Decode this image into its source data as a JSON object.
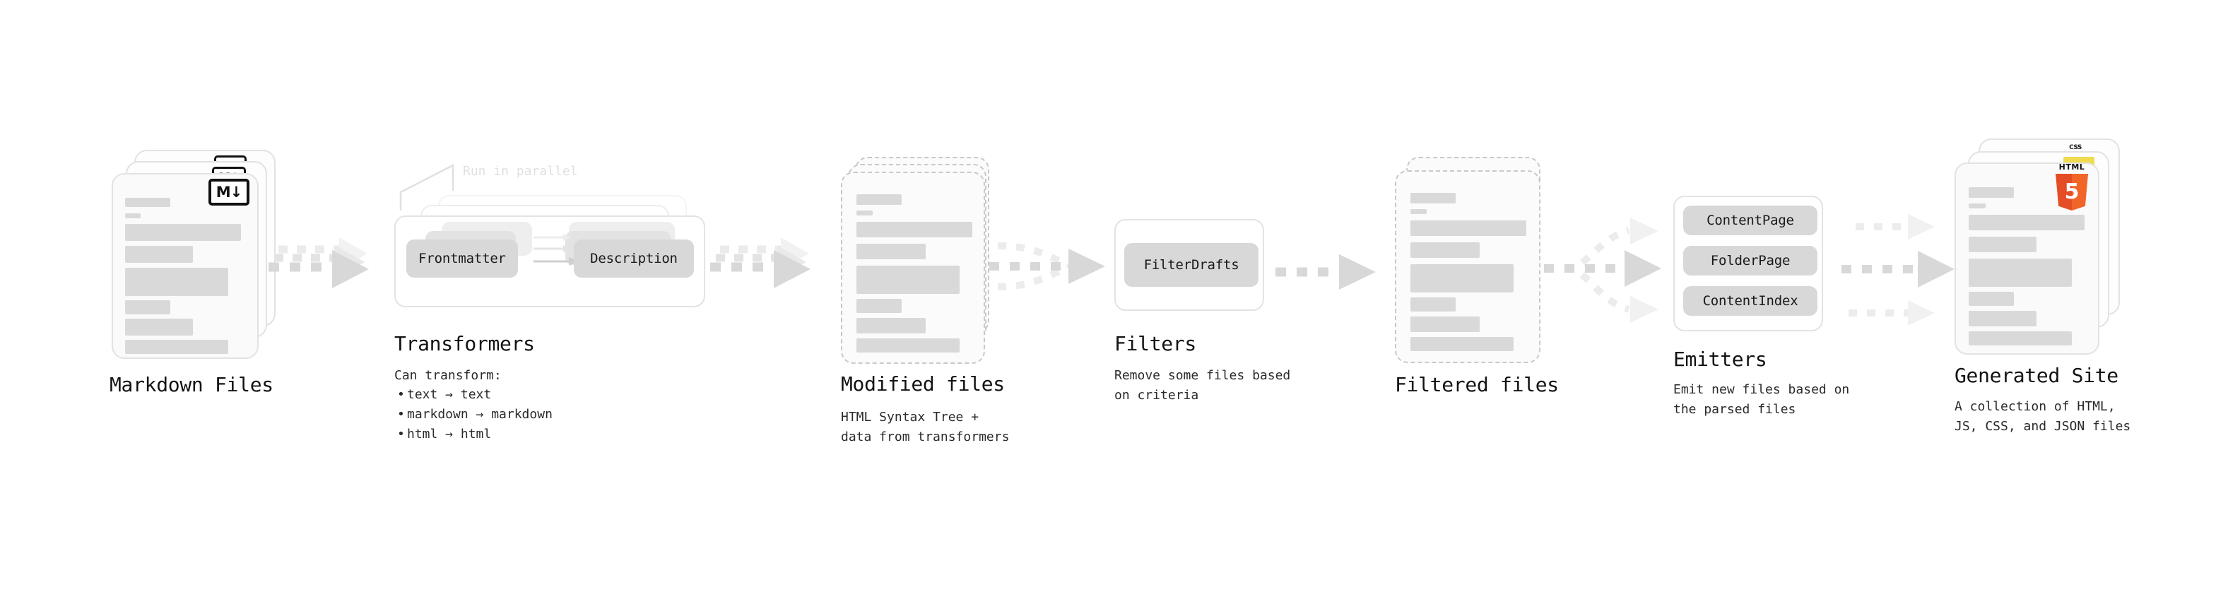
{
  "diagram": {
    "title": "Quartz content processing pipeline",
    "colors": {
      "accent_html": "#e44d26",
      "accent_css": "#264de4",
      "accent_js": "#f0db4f",
      "bar": "#d9d9d9",
      "pill": "#d8d8d8",
      "arrow": "#d8d8d8",
      "card_border": "#e2e2e2",
      "dashed_border": "#c9c9c9"
    },
    "stages": [
      {
        "id": "markdown-files",
        "label": "Markdown Files",
        "description": "",
        "badge": "markdown-badge",
        "badge_text": "M↓",
        "kind": "document-stack"
      },
      {
        "id": "transformers",
        "label": "Transformers",
        "description_intro": "Can transform:",
        "description_items": [
          "text → text",
          "markdown → markdown",
          "html → html"
        ],
        "annotation": "Run in parallel",
        "plugins": [
          "Frontmatter",
          "Description"
        ],
        "kind": "plugin-group"
      },
      {
        "id": "modified-files",
        "label": "Modified files",
        "description": "HTML Syntax Tree +\ndata from transformers",
        "kind": "document-stack-dashed"
      },
      {
        "id": "filters",
        "label": "Filters",
        "description": "Remove some files based\non criteria",
        "plugins": [
          "FilterDrafts"
        ],
        "kind": "plugin-group"
      },
      {
        "id": "filtered-files",
        "label": "Filtered files",
        "description": "",
        "kind": "document-stack-dashed"
      },
      {
        "id": "emitters",
        "label": "Emitters",
        "description": "Emit new files based on\nthe parsed files",
        "plugins": [
          "ContentPage",
          "FolderPage",
          "ContentIndex"
        ],
        "kind": "plugin-group"
      },
      {
        "id": "generated-site",
        "label": "Generated Site",
        "description": "A collection of HTML,\nJS, CSS, and JSON files",
        "badges": [
          "css-badge",
          "js-badge",
          "html5-badge"
        ],
        "badge_texts": [
          "CSS",
          "",
          "HTML"
        ],
        "html5_number": "5",
        "kind": "document-stack"
      }
    ],
    "connectors": [
      {
        "from": "markdown-files",
        "to": "transformers",
        "style": "parallel-stack"
      },
      {
        "from": "transformers",
        "to": "modified-files",
        "style": "parallel-stack"
      },
      {
        "from": "modified-files",
        "to": "filters",
        "style": "converge"
      },
      {
        "from": "filters",
        "to": "filtered-files",
        "style": "single"
      },
      {
        "from": "filtered-files",
        "to": "emitters",
        "style": "diverge"
      },
      {
        "from": "emitters",
        "to": "generated-site",
        "style": "triple"
      }
    ]
  }
}
